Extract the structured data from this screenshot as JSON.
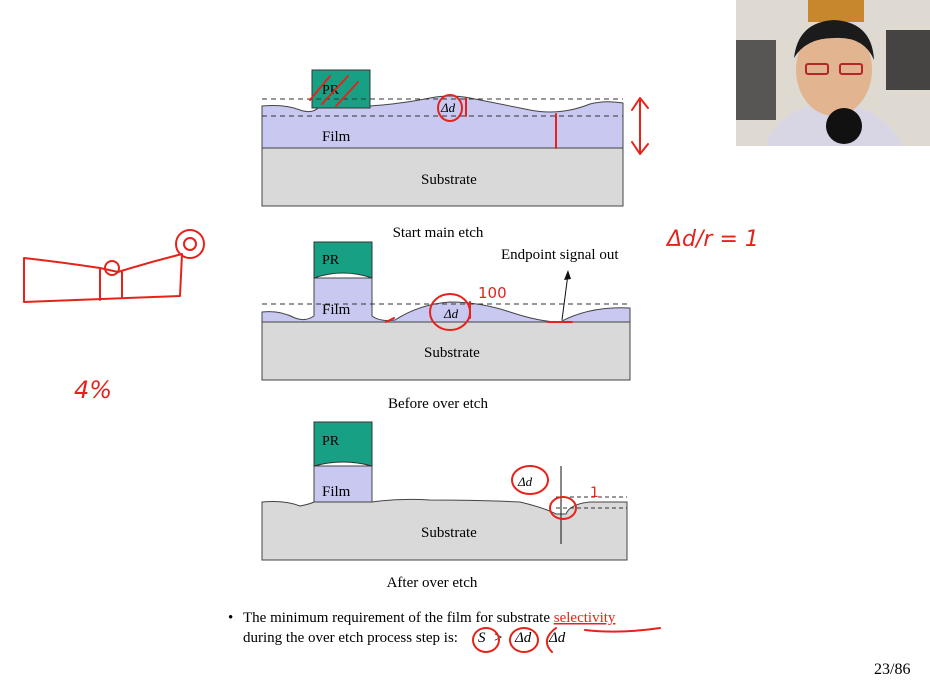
{
  "diagram": {
    "panel1": {
      "pr_label": "PR",
      "film_label": "Film",
      "substrate_label": "Substrate",
      "delta_label": "Δd",
      "caption": "Start main etch"
    },
    "panel2": {
      "pr_label": "PR",
      "film_label": "Film",
      "substrate_label": "Substrate",
      "delta_label": "Δd",
      "endpoint_label": "Endpoint signal out",
      "caption": "Before over etch"
    },
    "panel3": {
      "pr_label": "PR",
      "film_label": "Film",
      "substrate_label": "Substrate",
      "delta_label": "Δd",
      "caption": "After over etch"
    }
  },
  "bullet": {
    "marker": "•",
    "line1_pre": "The minimum requirement of the film for substrate ",
    "line1_highlight": "selectivity",
    "line2_pre": "during the over etch process step is: ",
    "formula_s": "S",
    "formula_gt": ">",
    "formula_dd": "Δd",
    "formula_dd2": "Δd"
  },
  "annotations": {
    "note_ratio": "Δd/r = 1",
    "note_percent": "4%",
    "note_hundred": "100",
    "note_one": "1"
  },
  "page": {
    "number": "23/86"
  },
  "colors": {
    "pr": "#18a085",
    "film": "#c8c8f0",
    "substrate": "#d9d9d9",
    "ink": "#e5231b"
  }
}
